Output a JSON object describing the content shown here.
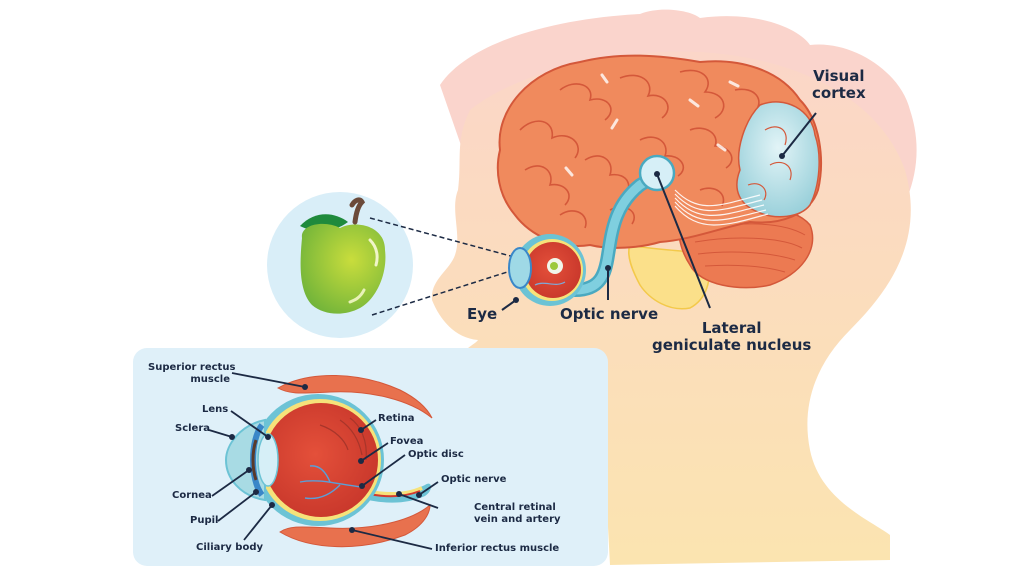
{
  "diagram": {
    "subject": "Visual pathway from eye to brain",
    "colors": {
      "background": "#ffffff",
      "head_skin": "#fbd9c4",
      "head_neck": "#fbe3b2",
      "hair": "#fad4cc",
      "brain": "#f08a5d",
      "brain_line": "#d4583a",
      "visual_cortex": "#a8dbe4",
      "optic_nerve": "#6cc3d5",
      "cerebellum": "#e8714e",
      "brainstem": "#fbe08a",
      "inset_panel": "#dff0f9",
      "apple_circle": "#d9eef8",
      "apple": "#8cc63f",
      "apple_leaf": "#1f8a3c",
      "label_text": "#1c2a44"
    },
    "objects": {
      "viewed_object": "Green apple",
      "object_icon": "apple-icon"
    },
    "main_labels": {
      "visual_cortex": [
        "Visual",
        "cortex"
      ],
      "eye": "Eye",
      "optic_nerve": "Optic nerve",
      "lgn": [
        "Lateral",
        "geniculate nucleus"
      ]
    },
    "inset": {
      "title": "Eye anatomy cross-section",
      "labels": {
        "superior_rectus": [
          "Superior rectus",
          "muscle"
        ],
        "lens": "Lens",
        "sclera": "Sclera",
        "cornea": "Cornea",
        "pupil": "Pupil",
        "ciliary_body": "Ciliary body",
        "retina": "Retina",
        "fovea": "Fovea",
        "optic_disc": "Optic disc",
        "optic_nerve": "Optic nerve",
        "central_retinal": [
          "Central retinal",
          "vein and artery"
        ],
        "inferior_rectus": "Inferior rectus muscle"
      }
    }
  }
}
